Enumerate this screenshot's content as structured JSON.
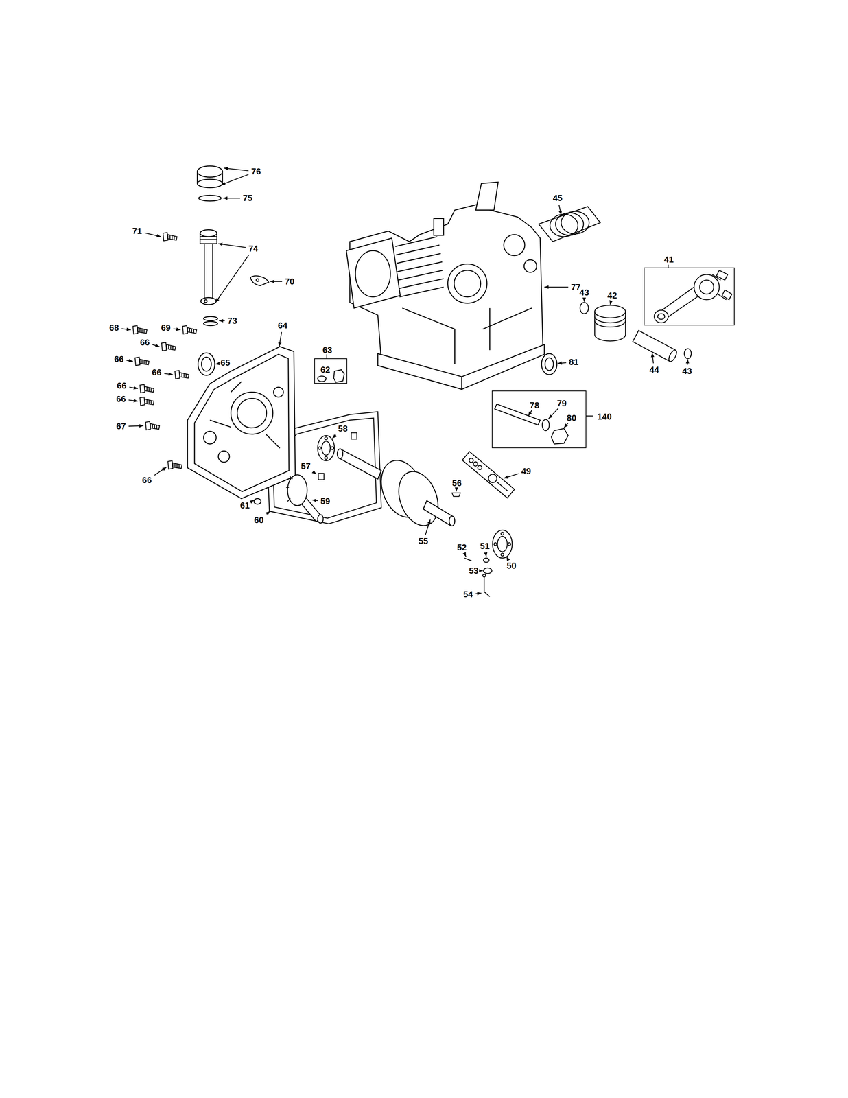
{
  "diagram": {
    "nodes": [
      {
        "text": [
          "41"
        ]
      },
      {
        "text": [
          "63",
          "62"
        ]
      },
      {
        "text": [
          "78",
          "79",
          "80",
          "140"
        ]
      }
    ],
    "labels": [
      "76",
      "75",
      "71",
      "74",
      "70",
      "73",
      "68",
      "69",
      "64",
      "66",
      "66",
      "66",
      "65",
      "66",
      "66",
      "67",
      "66",
      "61",
      "60",
      "59",
      "58",
      "57",
      "56",
      "55",
      "49",
      "52",
      "51",
      "53",
      "54",
      "50",
      "45",
      "43",
      "42",
      "44",
      "43",
      "77",
      "81"
    ]
  }
}
